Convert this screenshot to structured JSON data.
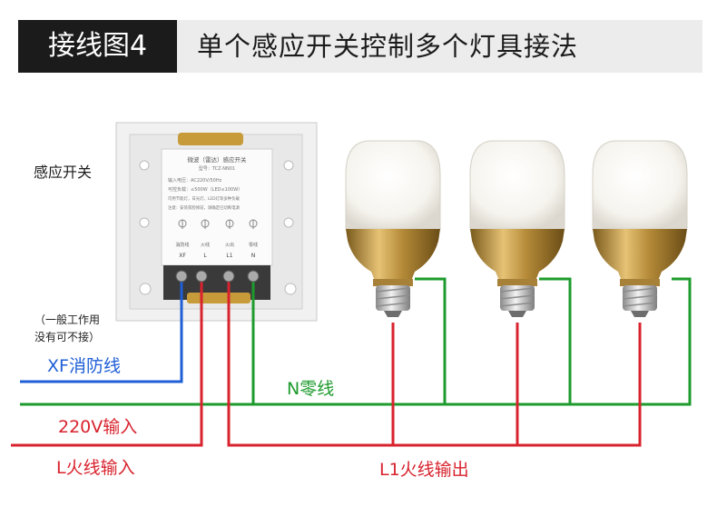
{
  "header": {
    "badge": "接线图4",
    "title": "单个感应开关控制多个灯具接法"
  },
  "labels": {
    "switch": "感应开关",
    "note_line1": "（一般工作用",
    "note_line2": "没有可不接）",
    "xf": "XF消防线",
    "n": "N零线",
    "v220": "220V输入",
    "l_in": "L火线输入",
    "l1_out": "L1火线输出"
  },
  "switch_panel": {
    "title": "微波（雷达）感应开关",
    "model": "型号：TCZ-NN01",
    "spec1": "输入电压：AC220V/50Hz",
    "spec2": "可控负载：≤500W（LED≤100W）",
    "spec3": "可用节能灯，日光灯，LED灯等多种负载",
    "spec4": "注意：安装或检修前，请确定已切断电源",
    "terminal_names": [
      "消防线",
      "火线",
      "火出",
      "零线"
    ],
    "terminal_codes": [
      "XF",
      "L",
      "L1",
      "N"
    ]
  },
  "colors": {
    "xf": "#1f5fd6",
    "neutral": "#1e9b2d",
    "live": "#d8232e",
    "header_dark": "#1b1b1b",
    "header_light": "#ececec"
  },
  "bulbs": 3
}
